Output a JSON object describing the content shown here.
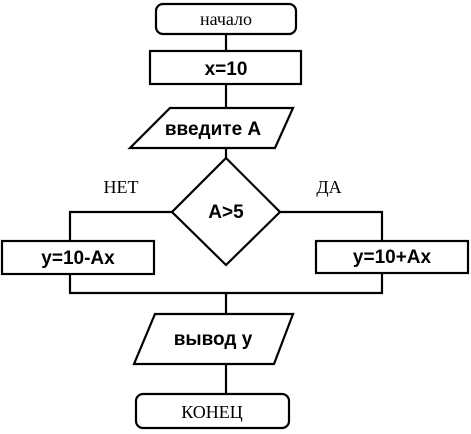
{
  "flowchart": {
    "start": "начало",
    "assign": "x=10",
    "input": "введите A",
    "condition": "A>5",
    "branch_no": "НЕТ",
    "branch_yes": "ДА",
    "no_action": "y=10-Ax",
    "yes_action": "y=10+Ax",
    "output": "вывод y",
    "end": "КОНЕЦ"
  }
}
